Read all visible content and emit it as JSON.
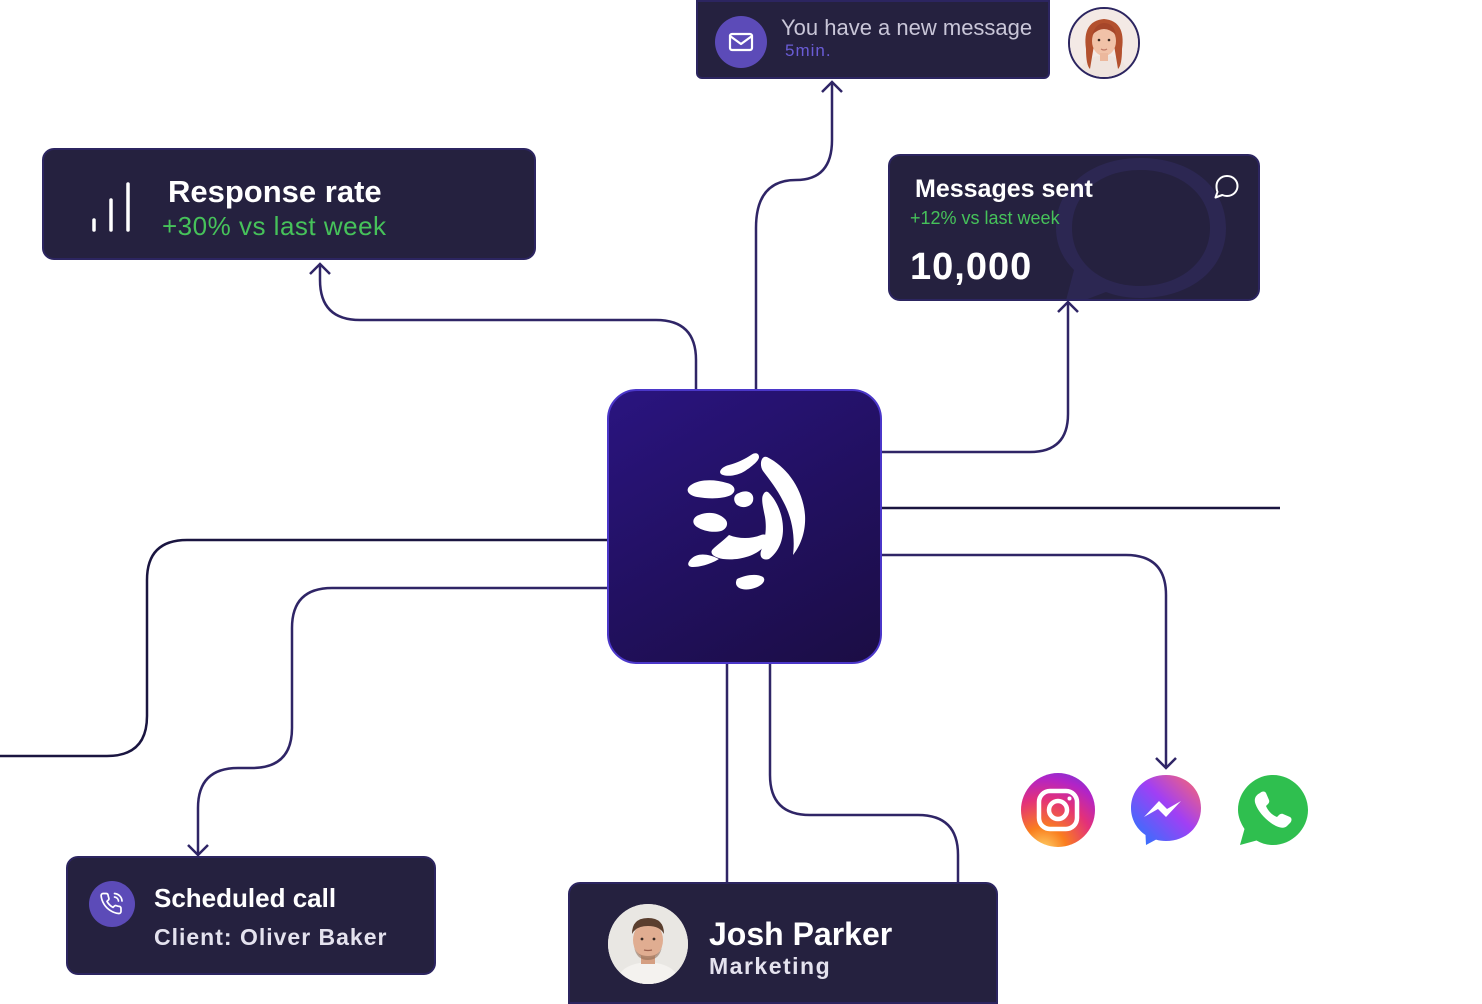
{
  "notification": {
    "text": "You have a new message",
    "time": "5min.",
    "icon": "mail-icon"
  },
  "response_rate": {
    "title": "Response rate",
    "delta": "+30% vs last week",
    "icon": "bar-chart-icon"
  },
  "messages_sent": {
    "title": "Messages sent",
    "delta": "+12% vs last week",
    "value": "10,000",
    "icon": "chat-bubble-icon"
  },
  "scheduled_call": {
    "title": "Scheduled call",
    "client": "Client: Oliver Baker",
    "icon": "phone-icon"
  },
  "contact": {
    "name": "Josh Parker",
    "role": "Marketing"
  },
  "social": [
    "instagram-icon",
    "messenger-icon",
    "whatsapp-icon"
  ],
  "colors": {
    "card": "#25213f",
    "accent": "#5c4bb8",
    "positive": "#46c25a",
    "wire": "#2f2566",
    "hub": "#21105e"
  }
}
